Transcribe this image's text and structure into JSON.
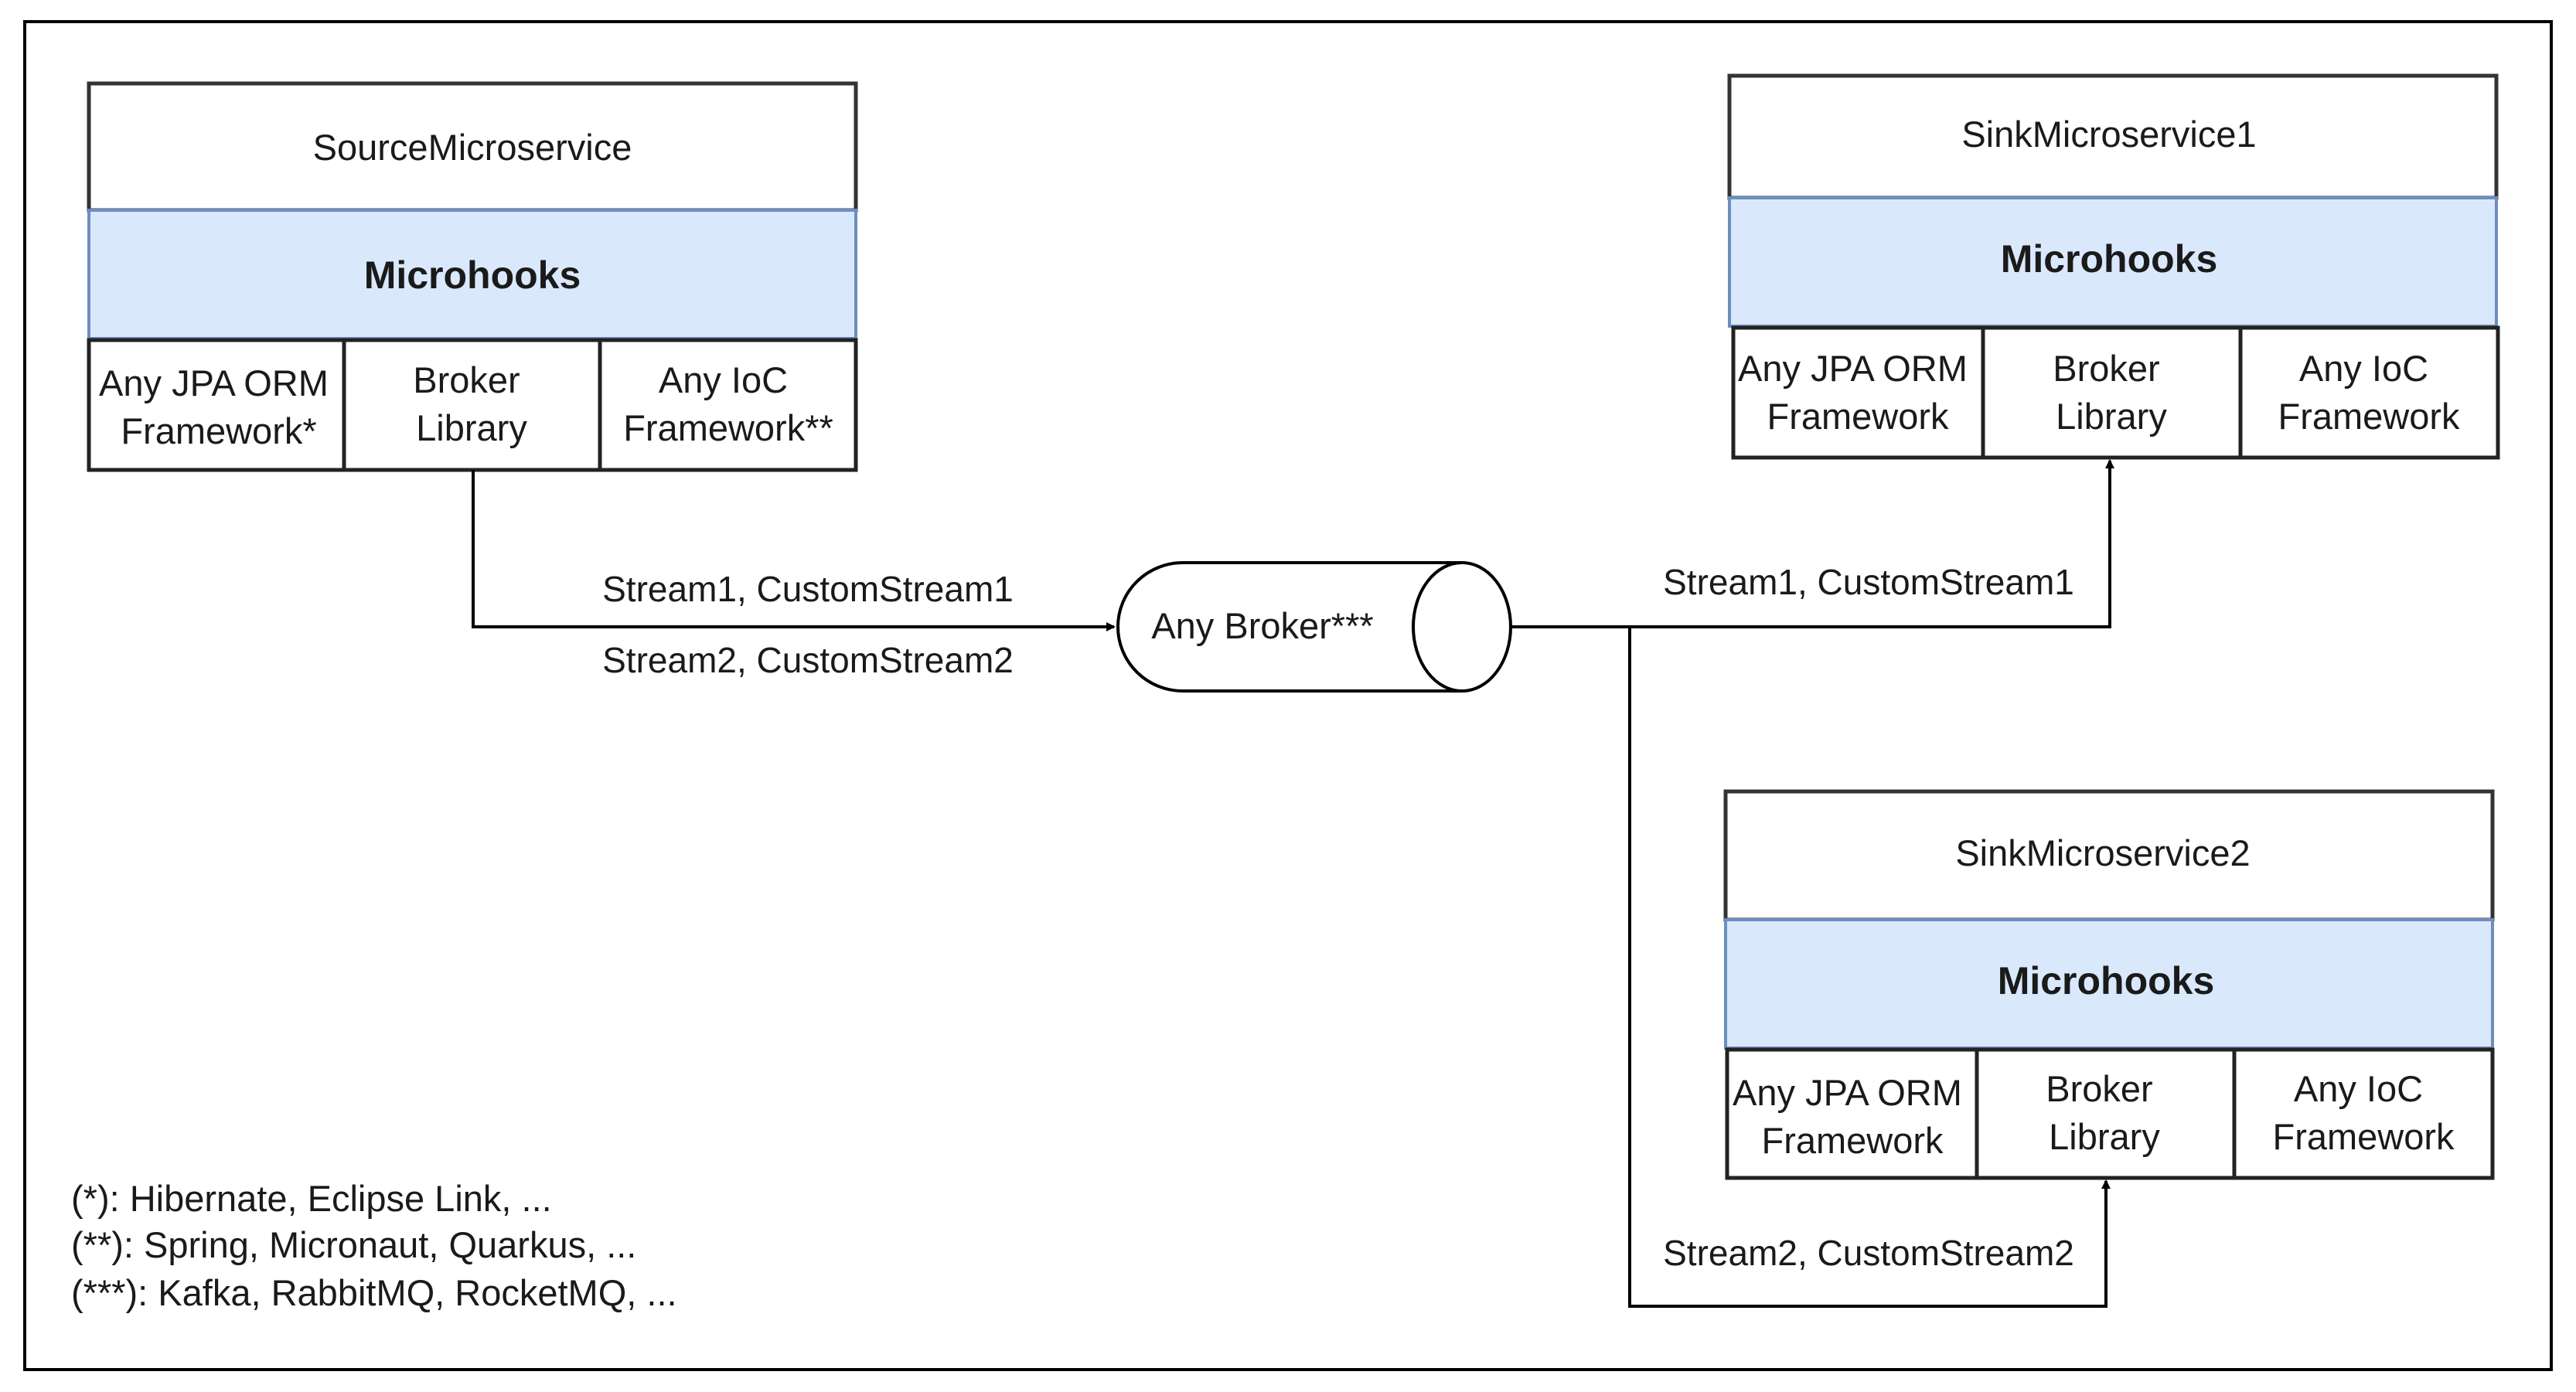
{
  "source": {
    "title": "SourceMicroservice",
    "layer": "Microhooks",
    "cells": [
      [
        "Any JPA ORM",
        "Framework*"
      ],
      [
        "Broker",
        "Library"
      ],
      [
        "Any IoC",
        "Framework**"
      ]
    ]
  },
  "sink1": {
    "title": "SinkMicroservice1",
    "layer": "Microhooks",
    "cells": [
      [
        "Any JPA ORM",
        "Framework"
      ],
      [
        "Broker",
        "Library"
      ],
      [
        "Any IoC",
        "Framework"
      ]
    ]
  },
  "sink2": {
    "title": "SinkMicroservice2",
    "layer": "Microhooks",
    "cells": [
      [
        "Any JPA ORM",
        "Framework"
      ],
      [
        "Broker",
        "Library"
      ],
      [
        "Any IoC",
        "Framework"
      ]
    ]
  },
  "broker": {
    "label": "Any Broker***"
  },
  "edges": {
    "source_to_broker": [
      "Stream1, CustomStream1",
      "Stream2, CustomStream2"
    ],
    "broker_to_sink1": "Stream1, CustomStream1",
    "broker_to_sink2": "Stream2, CustomStream2"
  },
  "footnotes": [
    "(*): Hibernate, Eclipse Link, ...",
    "(**): Spring, Micronaut, Quarkus, ...",
    "(***): Kafka, RabbitMQ, RocketMQ, ..."
  ]
}
